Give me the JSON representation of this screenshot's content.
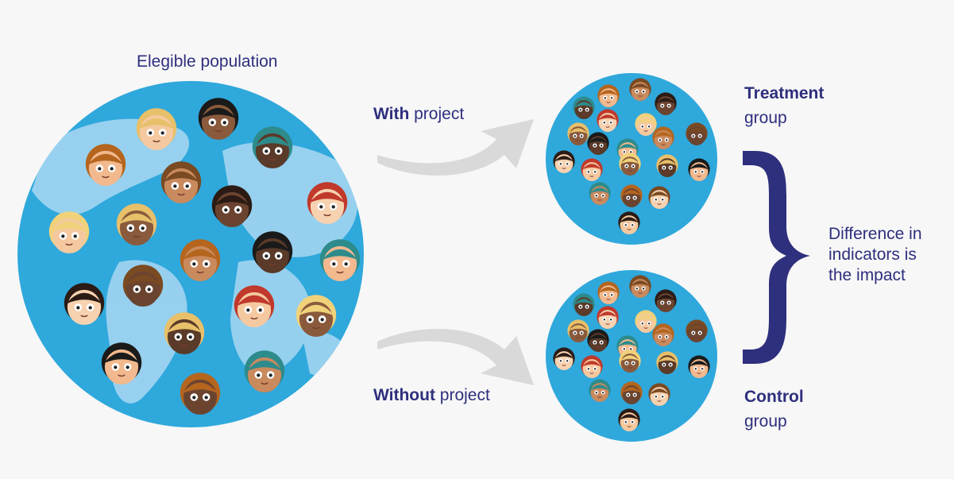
{
  "population": {
    "title": "Elegible population"
  },
  "arrows": {
    "with": {
      "bold": "With",
      "rest": " project"
    },
    "without": {
      "bold": "Without",
      "rest": " project"
    }
  },
  "treatment": {
    "title": "Treatment",
    "subtitle": "group"
  },
  "control": {
    "title": "Control",
    "subtitle": "group"
  },
  "impact": {
    "lines": [
      "Difference in",
      "indicators is",
      "the impact"
    ]
  },
  "colors": {
    "background": "#f7f7f7",
    "ocean": "#2fa8dc",
    "land": "#a9d8f2",
    "text": "#2e2f7d",
    "brace": "#2e2f7d",
    "arrow": "#d9d9d9"
  },
  "faces": {
    "population_count": 20,
    "group_count": 20
  }
}
